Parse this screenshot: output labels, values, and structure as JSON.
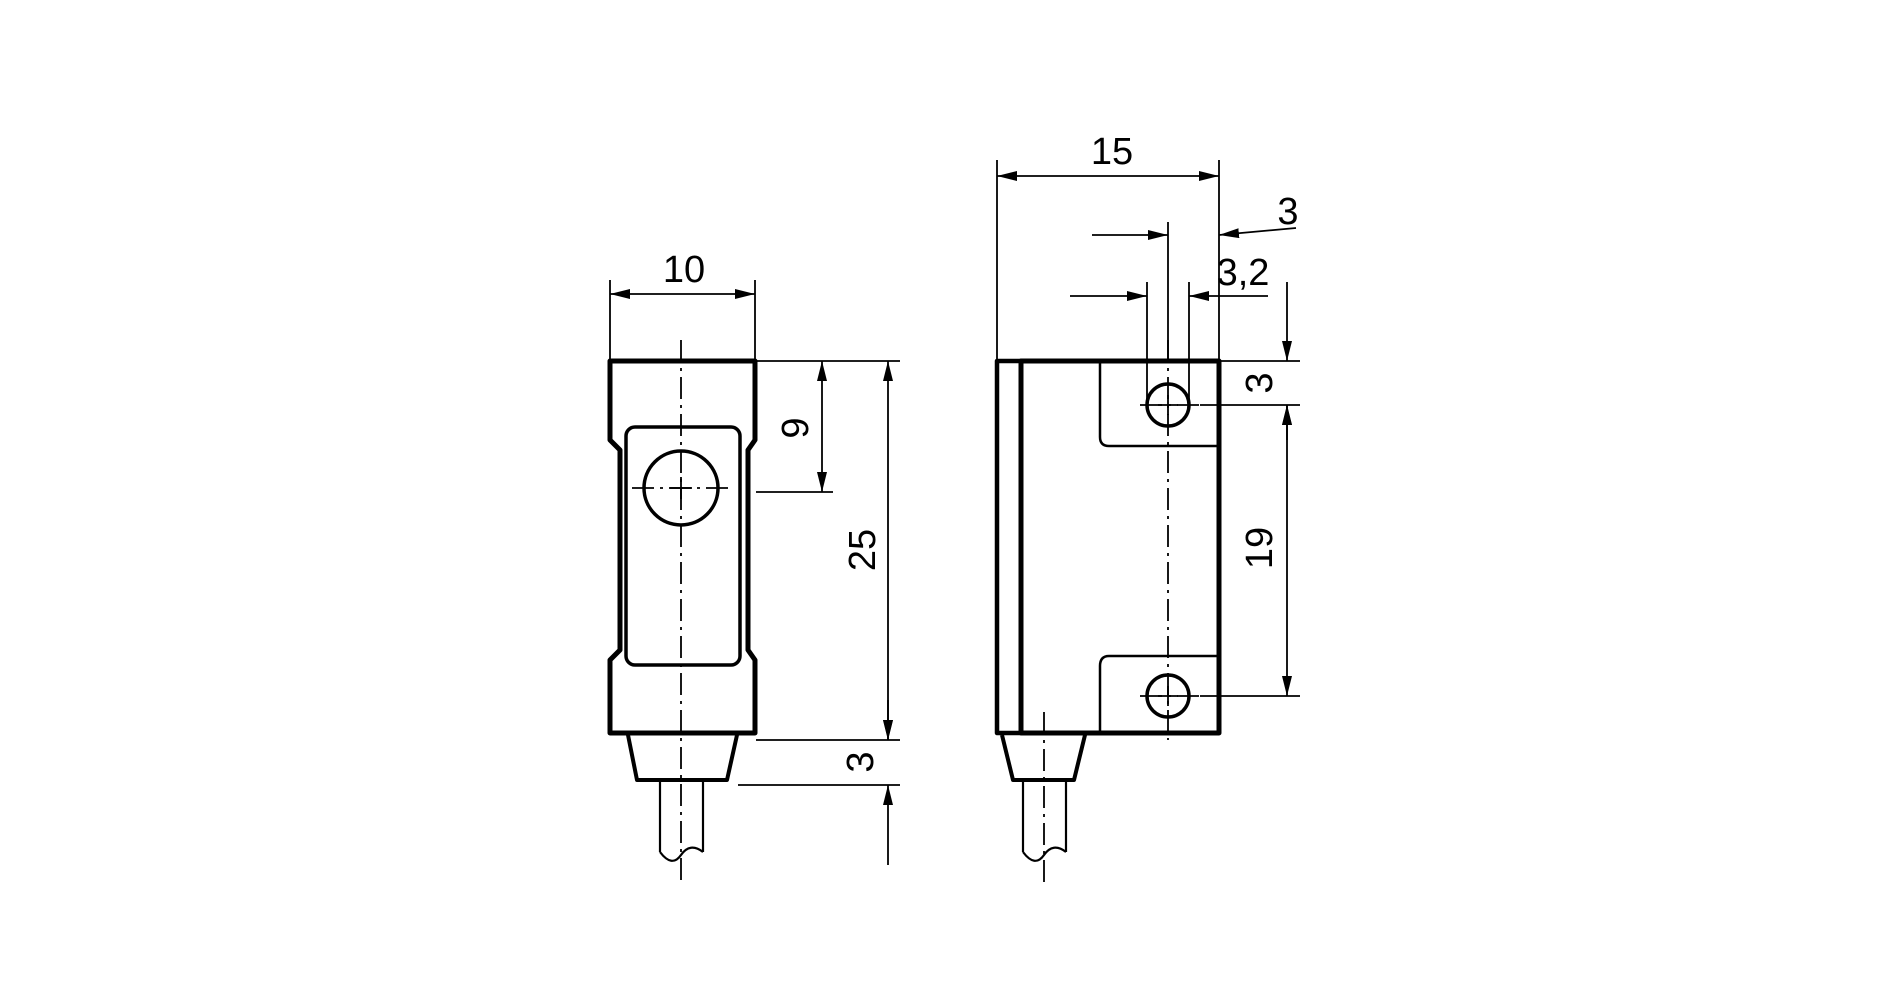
{
  "diagram": {
    "front_view": {
      "dim_width": "10",
      "dim_top_to_hole": "9",
      "dim_height": "25",
      "dim_cable_base": "3"
    },
    "side_view": {
      "dim_depth": "15",
      "dim_offset": "3",
      "dim_hole_diameter": "3,2",
      "dim_top_to_hole": "3",
      "dim_hole_spacing": "19"
    }
  }
}
